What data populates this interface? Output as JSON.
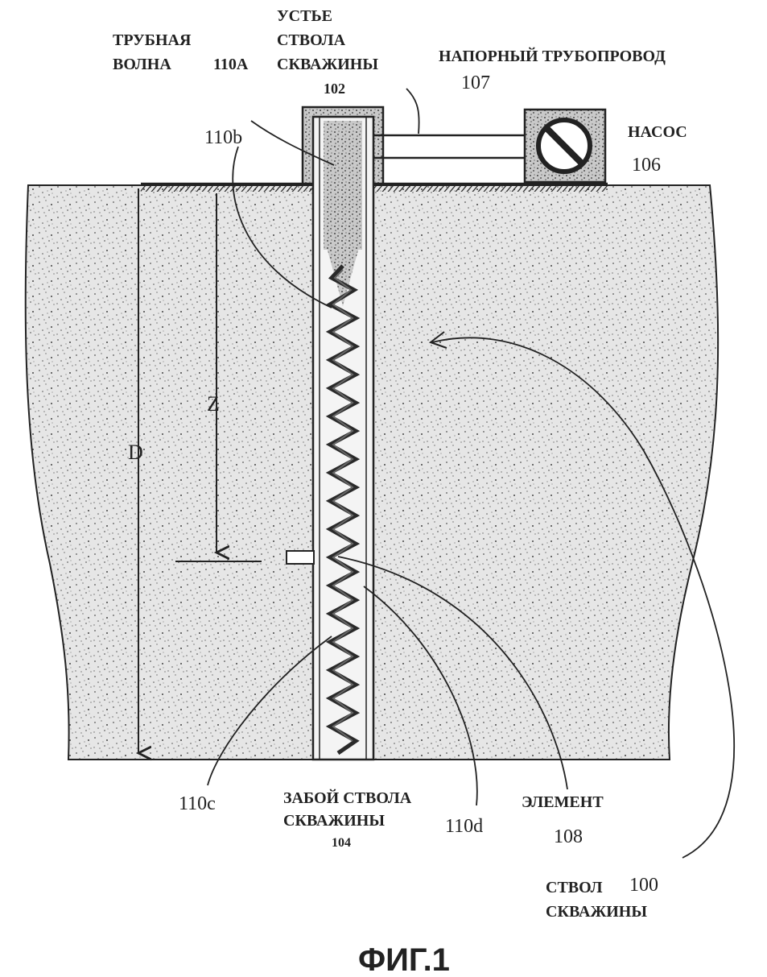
{
  "figure": {
    "caption": "ФИГ.1",
    "labels": {
      "tube_wave_line1": "ТРУБНАЯ",
      "tube_wave_line2": "ВОЛНА",
      "tube_wave_ref": "110А",
      "wellhead_line1": "УСТЬЕ",
      "wellhead_line2": "СТВОЛА",
      "wellhead_line3": "СКВАЖИНЫ",
      "wellhead_ref": "102",
      "pressure_line": "НАПОРНЫЙ ТРУБОПРОВОД",
      "pressure_line_ref": "107",
      "pump": "НАСОС",
      "pump_ref": "106",
      "ref_110b": "110b",
      "ref_110c": "110c",
      "ref_110d": "110d",
      "depth_z": "Z",
      "depth_d": "D",
      "bottom_line1": "ЗАБОЙ СТВОЛА",
      "bottom_line2": "СКВАЖИНЫ",
      "bottom_ref": "104",
      "element": "ЭЛЕМЕНТ",
      "element_ref": "108",
      "wellbore_line1": "СТВОЛ",
      "wellbore_ref": "100",
      "wellbore_line2": "СКВАЖИНЫ"
    },
    "colors": {
      "ink": "#222222",
      "ground_fill": "#e4e4e4",
      "speckle": "#555555",
      "wave": "#333333",
      "pump_box": "#9a9a9a"
    }
  }
}
